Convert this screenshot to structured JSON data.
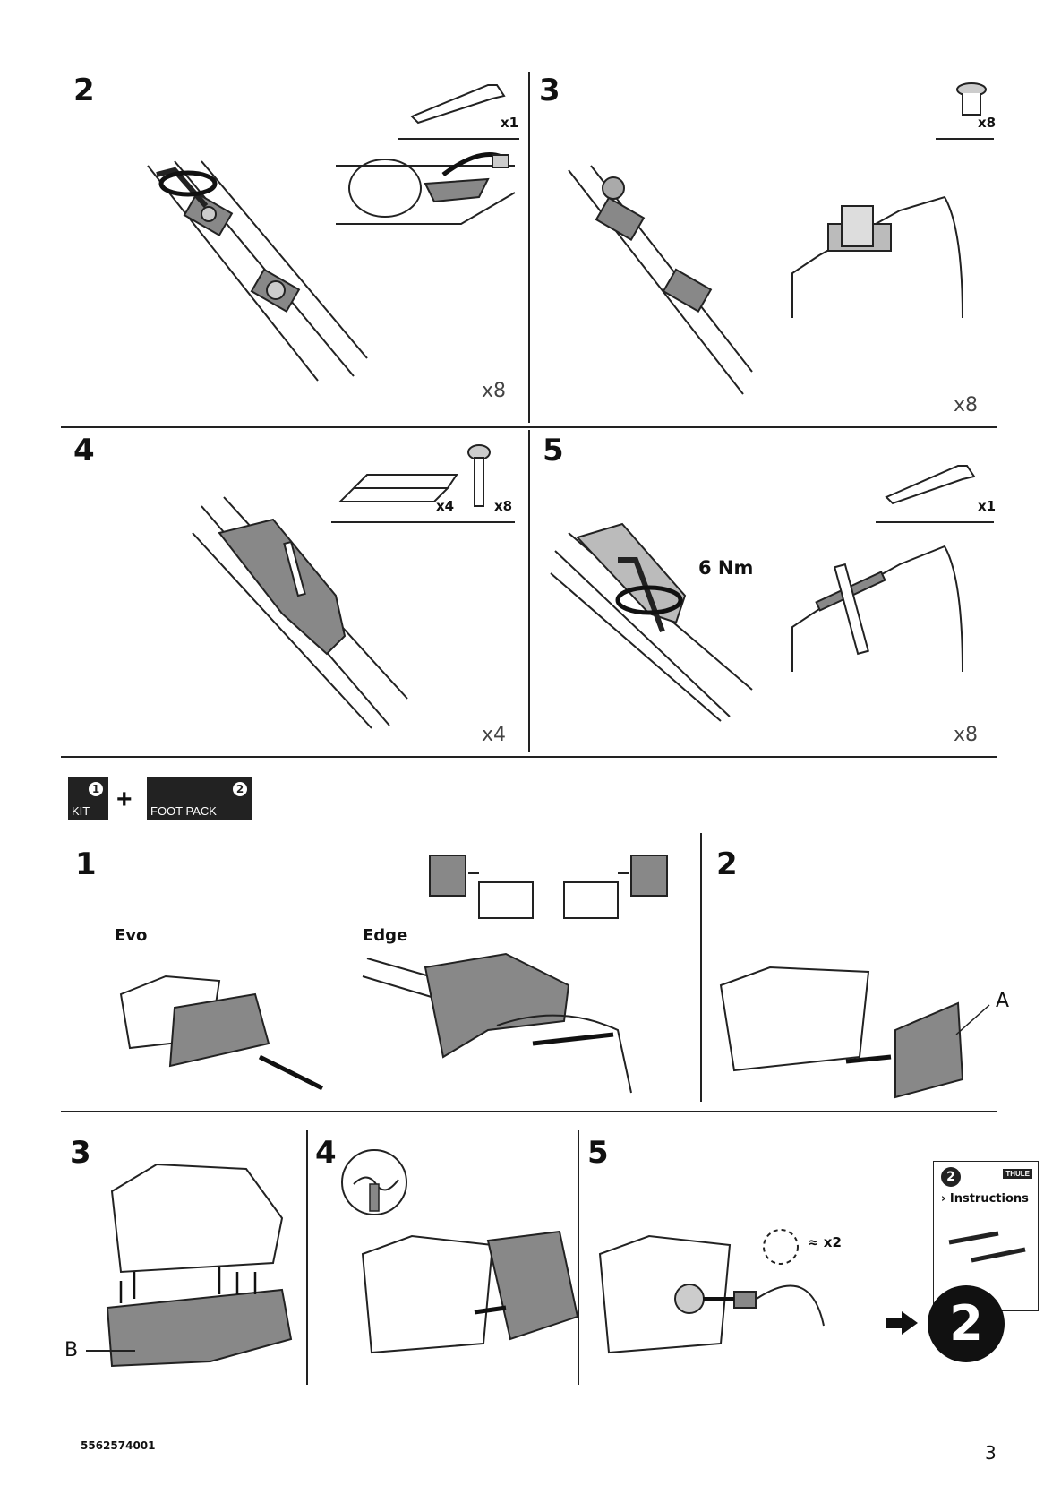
{
  "top": {
    "steps": [
      {
        "num": "2",
        "qty": "x8",
        "parts": [
          {
            "qty": "x1"
          }
        ]
      },
      {
        "num": "3",
        "qty": "x8",
        "parts": [
          {
            "qty": "x8"
          }
        ]
      },
      {
        "num": "4",
        "qty": "x4",
        "parts": [
          {
            "qty": "x4"
          },
          {
            "qty": "x8"
          }
        ]
      },
      {
        "num": "5",
        "qty": "x8",
        "parts": [
          {
            "qty": "x1"
          }
        ],
        "torque": "6 Nm"
      }
    ]
  },
  "kit_boxes": {
    "kit": {
      "num": "1",
      "label": "KIT"
    },
    "plus": "+",
    "foot_pack": {
      "num": "2",
      "label": "FOOT PACK"
    }
  },
  "bottom": {
    "steps": [
      {
        "num": "1",
        "labels": [
          "Evo",
          "Edge"
        ]
      },
      {
        "num": "2",
        "callout": "A"
      },
      {
        "num": "3",
        "callout": "B"
      },
      {
        "num": "4"
      },
      {
        "num": "5",
        "repeat": "≈ x2"
      }
    ]
  },
  "next_booklet": {
    "num": "2",
    "title": "› Instructions",
    "brand": "THULE",
    "big_num": "2"
  },
  "footer": {
    "part_number": "5562574001",
    "page": "3"
  }
}
